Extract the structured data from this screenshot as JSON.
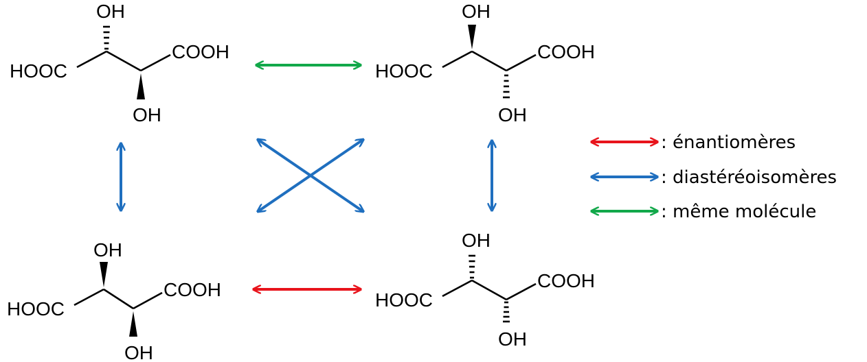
{
  "molecules": [
    {
      "id": "top-left",
      "labels": {
        "top": "OH",
        "bottom": "OH",
        "left": "HOOC",
        "right": "COOH"
      },
      "stereo": {
        "top": "hash",
        "bottom": "wedge"
      }
    },
    {
      "id": "top-right",
      "labels": {
        "top": "OH",
        "bottom": "OH",
        "left": "HOOC",
        "right": "COOH"
      },
      "stereo": {
        "top": "wedge",
        "bottom": "hash"
      }
    },
    {
      "id": "bottom-left",
      "labels": {
        "top": "OH",
        "bottom": "OH",
        "left": "HOOC",
        "right": "COOH"
      },
      "stereo": {
        "top": "wedge",
        "bottom": "wedge"
      }
    },
    {
      "id": "bottom-right",
      "labels": {
        "top": "OH",
        "bottom": "OH",
        "left": "HOOC",
        "right": "COOH"
      },
      "stereo": {
        "top": "hash",
        "bottom": "hash"
      }
    }
  ],
  "relations": [
    {
      "from": "top-left",
      "to": "top-right",
      "type": "same"
    },
    {
      "from": "bottom-left",
      "to": "bottom-right",
      "type": "enantiomers"
    },
    {
      "from": "top-left",
      "to": "bottom-left",
      "type": "diastereomers"
    },
    {
      "from": "top-right",
      "to": "bottom-right",
      "type": "diastereomers"
    },
    {
      "from": "top-left",
      "to": "bottom-right",
      "type": "diastereomers"
    },
    {
      "from": "top-right",
      "to": "bottom-left",
      "type": "diastereomers"
    }
  ],
  "legend": {
    "items": [
      {
        "label": ": énantiomères",
        "color": "#e8141c",
        "type": "enantiomers"
      },
      {
        "label": ": diastéréoisomères",
        "color": "#1f6fbf",
        "type": "diastereomers"
      },
      {
        "label": ": même molécule",
        "color": "#12a84a",
        "type": "same"
      }
    ]
  }
}
